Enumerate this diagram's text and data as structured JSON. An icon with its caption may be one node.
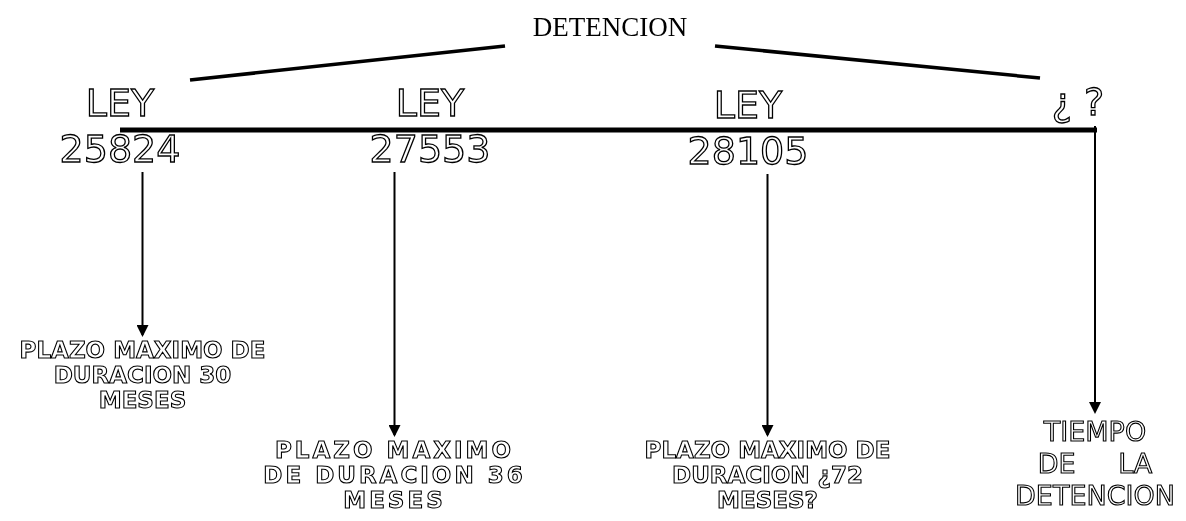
{
  "diagram": {
    "nodes": [
      {
        "text": [
          "DETENCION"
        ]
      },
      {
        "text": [
          "LEY 25824"
        ]
      },
      {
        "text": [
          "LEY 27553"
        ]
      },
      {
        "text": [
          "LEY 28105"
        ]
      },
      {
        "text": [
          "¿ ?"
        ]
      },
      {
        "text": [
          "PLAZO MAXIMO DE DURACION 30 MESES"
        ]
      },
      {
        "text": [
          "PLAZO MAXIMO DE DURACION 36 MESES"
        ]
      },
      {
        "text": [
          "PLAZO MAXIMO DE DURACION ¿72 MESES?"
        ]
      },
      {
        "text": [
          "TIEMPO DE LA DETENCION"
        ]
      }
    ],
    "edges": [
      {
        "from": 0,
        "to": 1,
        "arrow": "none"
      },
      {
        "from": 0,
        "to": 4,
        "arrow": "none"
      },
      {
        "from": 1,
        "to": 5,
        "arrow": "to"
      },
      {
        "from": 2,
        "to": 6,
        "arrow": "to"
      },
      {
        "from": 3,
        "to": 7,
        "arrow": "to"
      },
      {
        "from": 4,
        "to": 8,
        "arrow": "to"
      }
    ]
  }
}
